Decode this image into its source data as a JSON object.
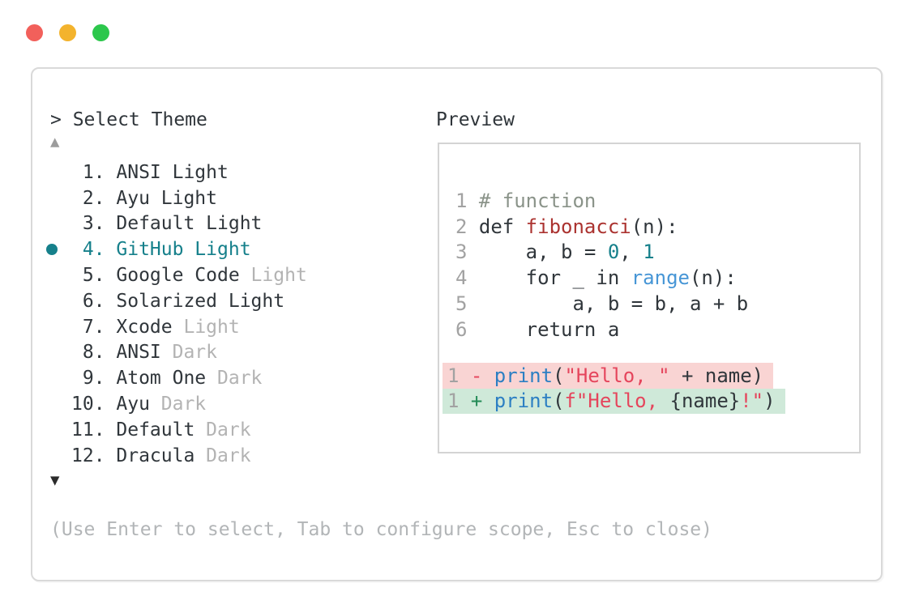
{
  "traffic_lights": {
    "close_color": "#f2605b",
    "minimize_color": "#f3b32d",
    "maximize_color": "#2cc74c"
  },
  "selector": {
    "prompt": "> Select Theme",
    "scroll_up_symbol": "▲",
    "scroll_down_symbol": "▼",
    "accent_color": "#16808b",
    "hint": "(Use Enter to select, Tab to configure scope, Esc to close)",
    "items": [
      {
        "number": "1.",
        "primary": "ANSI Light",
        "muted": "",
        "selected": false
      },
      {
        "number": "2.",
        "primary": "Ayu Light",
        "muted": "",
        "selected": false
      },
      {
        "number": "3.",
        "primary": "Default Light",
        "muted": "",
        "selected": false
      },
      {
        "number": "4.",
        "primary": "GitHub Light",
        "muted": "",
        "selected": true
      },
      {
        "number": "5.",
        "primary": "Google Code",
        "muted": "Light",
        "selected": false
      },
      {
        "number": "6.",
        "primary": "Solarized Light",
        "muted": "",
        "selected": false
      },
      {
        "number": "7.",
        "primary": "Xcode",
        "muted": "Light",
        "selected": false
      },
      {
        "number": "8.",
        "primary": "ANSI",
        "muted": "Dark",
        "selected": false
      },
      {
        "number": "9.",
        "primary": "Atom One",
        "muted": "Dark",
        "selected": false
      },
      {
        "number": "10.",
        "primary": "Ayu",
        "muted": "Dark",
        "selected": false
      },
      {
        "number": "11.",
        "primary": "Default",
        "muted": "Dark",
        "selected": false
      },
      {
        "number": "12.",
        "primary": "Dracula",
        "muted": "Dark",
        "selected": false
      }
    ]
  },
  "preview": {
    "label": "Preview",
    "colors": {
      "removed_bg": "#f9d4d3",
      "added_bg": "#cfe9d9"
    },
    "code_lines": [
      {
        "ln": "1",
        "tokens": [
          {
            "c": "comment",
            "t": "# function"
          }
        ]
      },
      {
        "ln": "2",
        "tokens": [
          {
            "c": "dark",
            "t": "def "
          },
          {
            "c": "func",
            "t": "fibonacci"
          },
          {
            "c": "dark",
            "t": "(n):"
          }
        ]
      },
      {
        "ln": "3",
        "tokens": [
          {
            "c": "dark",
            "t": "    a, b = "
          },
          {
            "c": "teal",
            "t": "0"
          },
          {
            "c": "dark",
            "t": ", "
          },
          {
            "c": "teal",
            "t": "1"
          }
        ]
      },
      {
        "ln": "4",
        "tokens": [
          {
            "c": "dark",
            "t": "    for _ in "
          },
          {
            "c": "blue2",
            "t": "range"
          },
          {
            "c": "dark",
            "t": "(n):"
          }
        ]
      },
      {
        "ln": "5",
        "tokens": [
          {
            "c": "dark",
            "t": "        a, b = b, a + b"
          }
        ]
      },
      {
        "ln": "6",
        "tokens": [
          {
            "c": "dark",
            "t": "    return a"
          }
        ]
      }
    ],
    "diff_lines": [
      {
        "ln": "1",
        "type": "removed",
        "tokens": [
          {
            "c": "minus",
            "t": "- "
          },
          {
            "c": "blue",
            "t": "print"
          },
          {
            "c": "dark",
            "t": "("
          },
          {
            "c": "red",
            "t": "\"Hello, \""
          },
          {
            "c": "dark",
            "t": " + name)"
          }
        ]
      },
      {
        "ln": "1",
        "type": "added",
        "tokens": [
          {
            "c": "plus",
            "t": "+ "
          },
          {
            "c": "blue",
            "t": "print"
          },
          {
            "c": "dark",
            "t": "("
          },
          {
            "c": "red",
            "t": "f\"Hello, "
          },
          {
            "c": "dark",
            "t": "{name}"
          },
          {
            "c": "red",
            "t": "!\""
          },
          {
            "c": "dark",
            "t": ")"
          }
        ]
      }
    ]
  }
}
